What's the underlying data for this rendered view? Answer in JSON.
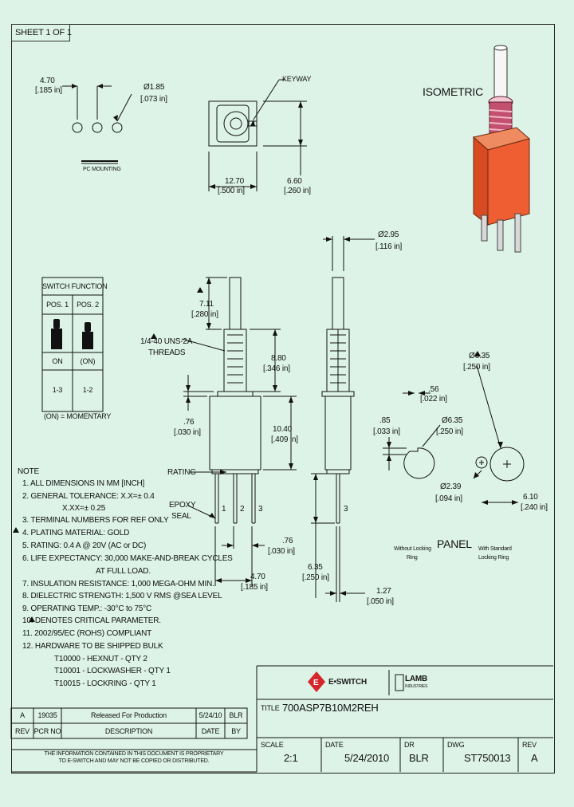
{
  "sheet": "SHEET 1 OF 1",
  "top": {
    "pc_dim_mm": "4.70",
    "pc_dim_in": "[.185 in]",
    "hole_dia_mm": "Ø1.85",
    "hole_dia_in": "[.073 in]",
    "pc_mounting": "PC MOUNTING",
    "keyway": "KEYWAY",
    "width_mm": "12.70",
    "width_in": "[.500 in]",
    "depth_mm": "6.60",
    "depth_in": "[.260 in]",
    "isometric": "ISOMETRIC"
  },
  "side": {
    "actuator_dia_mm": "Ø2.95",
    "actuator_dia_in": "[.116 in]",
    "actuator_len_mm": "7.11",
    "actuator_len_in": "[.280 in]",
    "threads_note": "1/4-40 UNS-2A",
    "threads_label": "THREADS",
    "bushing_len_mm": "8.80",
    "bushing_len_in": "[.346 in]",
    "flange_mm": ".76",
    "flange_in": "[.030 in]",
    "body_h_mm": "10.40",
    "body_h_in": "[.409 in]",
    "rating_label": "RATING",
    "epoxy_label": "EPOXY",
    "seal_label": "SEAL",
    "term_1": "1",
    "term_2": "2",
    "term_3": "3",
    "term_3b": "3",
    "pin_w_mm": ".76",
    "pin_w_in": "[.030 in]",
    "pitch_mm": "4.70",
    "pitch_in": "[.185 in]",
    "pin_len_mm": "6.35",
    "pin_len_in": "[.250 in]",
    "pin_t_mm": "1.27",
    "pin_t_in": "[.050 in]"
  },
  "panel": {
    "dia1_mm": "Ø6.35",
    "dia1_in": "[.250 in]",
    "key_mm": ".56",
    "key_in": "[.022 in]",
    "flat_mm": ".85",
    "flat_in": "[.033 in]",
    "dia2_mm": "Ø6.35",
    "dia2_in": "[.250 in]",
    "dia3_mm": "Ø2.39",
    "dia3_in": "[.094 in]",
    "spacing_mm": "6.10",
    "spacing_in": "[.240 in]",
    "panel_label": "PANEL",
    "left_caption_1": "Without Locking",
    "left_caption_2": "Ring",
    "right_caption_1": "With Standard",
    "right_caption_2": "Locking Ring"
  },
  "switch_function": {
    "title": "SWITCH FUNCTION",
    "pos1": "POS. 1",
    "pos2": "POS. 2",
    "state1": "ON",
    "state2": "(ON)",
    "conn1": "1-3",
    "conn2": "1-2",
    "legend": "(ON) = MOMENTARY"
  },
  "notes": {
    "title": "NOTE",
    "lines": [
      "1. ALL DIMENSIONS IN MM [INCH]",
      "2. GENERAL TOLERANCE: X.X=± 0.4",
      "X.XX=± 0.25",
      "3. TERMINAL NUMBERS FOR REF ONLY",
      "4. PLATING MATERIAL: GOLD",
      "5. RATING: 0.4 A @ 20V (AC or DC)",
      "6. LIFE EXPECTANCY: 30,000 MAKE-AND-BREAK CYCLES",
      "AT FULL LOAD.",
      "7. INSULATION RESISTANCE: 1,000 MEGA-OHM MIN.",
      "8. DIELECTRIC STRENGTH: 1,500 V RMS @SEA LEVEL",
      "9. OPERATING TEMP.: -30°C to 75°C",
      "10.   DENOTES CRITICAL PARAMETER.",
      "11. 2002/95/EC (ROHS) COMPLIANT",
      "12. HARDWARE TO BE SHIPPED BULK",
      "T10000 - HEXNUT - QTY 2",
      "T10001 - LOCKWASHER - QTY 1",
      "T10015 - LOCKRING - QTY 1"
    ]
  },
  "title_block": {
    "brand": "E•SWITCH",
    "partner": "LAMB",
    "partner_sub": "INDUSTRIES",
    "title_label": "TITLE",
    "title": "700ASP7B10M2REH",
    "rev_row": {
      "rev": "A",
      "pcr": "19035",
      "desc": "Released For Production",
      "date": "5/24/10",
      "by": "BLR"
    },
    "headers": {
      "rev": "REV",
      "pcr": "PCR NO",
      "desc": "DESCRIPTION",
      "date": "DATE",
      "by": "BY"
    },
    "proprietary_1": "THE INFORMATION CONTAINED IN THIS DOCUMENT IS PROPRIETARY",
    "proprietary_2": "TO E-SWITCH AND MAY NOT BE COPIED OR DISTRIBUTED.",
    "scale_label": "SCALE",
    "scale": "2:1",
    "date_label": "DATE",
    "date": "5/24/2010",
    "dr_label": "DR",
    "dr": "BLR",
    "dwg_label": "DWG",
    "dwg": "ST750013",
    "rev_label": "REV",
    "rev": "A"
  },
  "colors": {
    "background": "#ddf3e8",
    "body_orange": "#e8603a",
    "brand_red": "#d7262b"
  }
}
